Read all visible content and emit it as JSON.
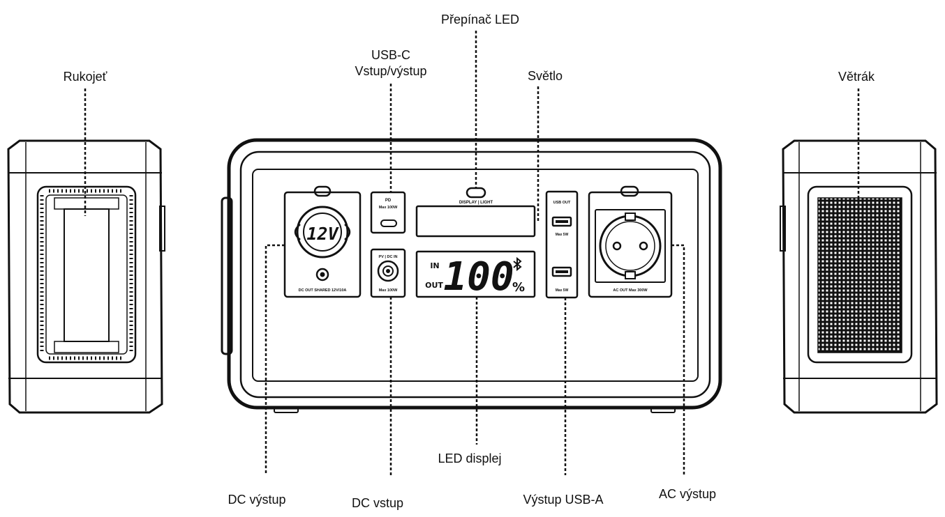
{
  "labels": {
    "handle": "Rukojeť",
    "usbc_line1": "USB-C",
    "usbc_line2": "Vstup/výstup",
    "led_switch": "Přepínač LED",
    "light": "Světlo",
    "fan": "Větrák",
    "dc_out": "DC výstup",
    "dc_in": "DC vstup",
    "led_display": "LED displej",
    "usba_out": "Výstup USB-A",
    "ac_out": "AC výstup"
  },
  "panel": {
    "car_socket": "12V",
    "dc_out_text": "DC OUT SHARED 12V/10A",
    "pd_line1": "PD",
    "pd_line2": "Max 100W",
    "pv_dc_in": "PV | DC IN",
    "dc_in_max": "Max 100W",
    "display_light": "DISPLAY | LIGHT",
    "display_in": "IN",
    "display_out": "OUT",
    "display_value": "100",
    "display_unit": "%",
    "bluetooth": "bluetooth-icon",
    "usb_out": "USB OUT",
    "usb_max1": "Max 5W",
    "usb_max2": "Max 5W",
    "ac_out_text": "AC OUT Max 300W"
  }
}
